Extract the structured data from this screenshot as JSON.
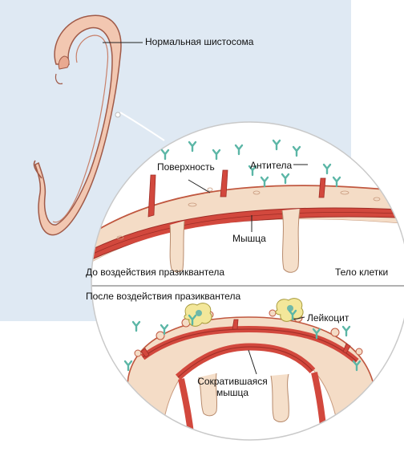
{
  "labels": {
    "normal_schistosome": "Нормальная шистосома",
    "surface": "Поверхность",
    "antibodies": "Антитела",
    "muscle": "Мышца",
    "before": "До воздействия празиквантела",
    "cell_body": "Тело клетки",
    "after": "После воздействия празиквантела",
    "leukocyte": "Лейкоцит",
    "contracted_muscle_1": "Сократившаяся",
    "contracted_muscle_2": "мышца"
  },
  "colors": {
    "panel_bg": "#dfe9f3",
    "worm_fill": "#f2c7b1",
    "worm_stroke": "#a05a48",
    "tegument": "#f4dcc6",
    "muscle": "#d2483d",
    "muscle_dark": "#9e2d26",
    "cell": "#f5dfca",
    "antibody": "#5bb6a6",
    "leukocyte": "#f3e79a"
  },
  "icons": [
    "antibody-icon",
    "leukocyte-icon"
  ]
}
